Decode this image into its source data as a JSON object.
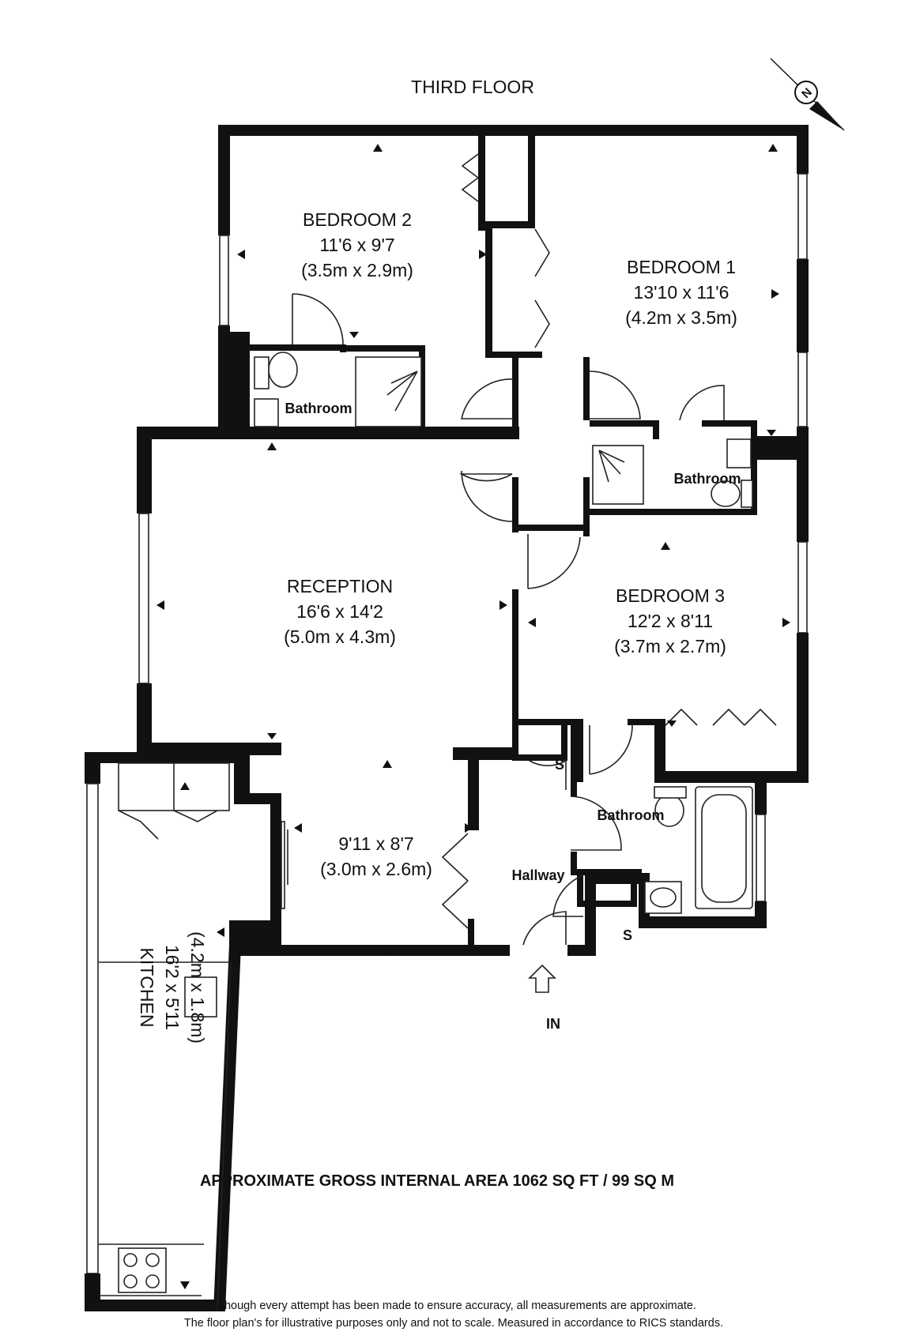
{
  "floor_title": "THIRD FLOOR",
  "compass_letter": "N",
  "rooms": {
    "bedroom2": {
      "name": "BEDROOM 2",
      "imperial": "11'6 x 9'7",
      "metric": "(3.5m x 2.9m)"
    },
    "bedroom1": {
      "name": "BEDROOM 1",
      "imperial": "13'10 x 11'6",
      "metric": "(4.2m x 3.5m)"
    },
    "reception": {
      "name": "RECEPTION",
      "imperial": "16'6 x 14'2",
      "metric": "(5.0m x 4.3m)"
    },
    "dining": {
      "imperial": "9'11 x 8'7",
      "metric": "(3.0m x 2.6m)"
    },
    "bedroom3": {
      "name": "BEDROOM 3",
      "imperial": "12'2 x 8'11",
      "metric": "(3.7m x 2.7m)"
    },
    "kitchen": {
      "name": "KITCHEN",
      "imperial": "16'2 x 5'11",
      "metric": "(4.2m x 1.8m)"
    },
    "bathroom_a": {
      "name": "Bathroom"
    },
    "bathroom_b": {
      "name": "Bathroom"
    },
    "bathroom_c": {
      "name": "Bathroom"
    },
    "hallway": {
      "name": "Hallway"
    },
    "store_a": {
      "name": "S"
    },
    "store_b": {
      "name": "S"
    }
  },
  "entrance_label": "IN",
  "area_text": "APPROXIMATE GROSS INTERNAL AREA 1062 SQ FT / 99 SQ M",
  "disclaimer": [
    "Although every attempt has been made to ensure accuracy, all measurements are approximate.",
    "The floor plan's for illustrative purposes only and not to scale.  Measured in accordance to RICS standards."
  ]
}
